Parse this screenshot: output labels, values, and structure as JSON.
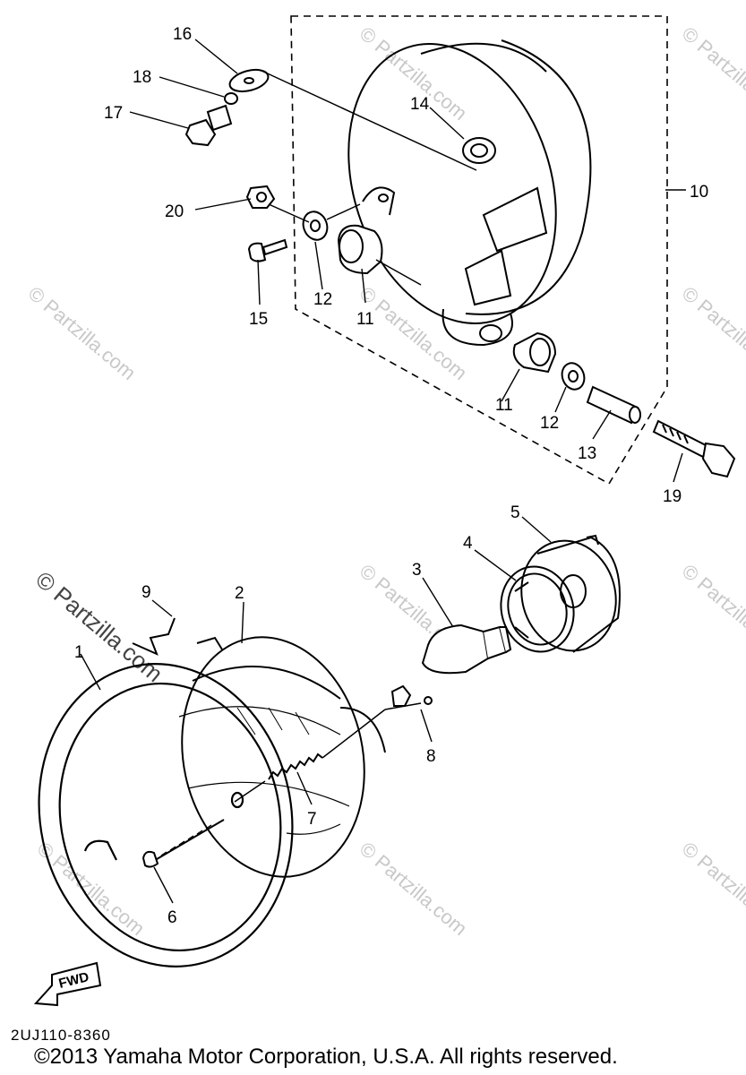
{
  "diagram": {
    "ref_code": "2UJ110-8360",
    "copyright": "©2013  Yamaha Motor Corporation, U.S.A. All rights reserved.",
    "fwd_label": "FWD",
    "watermark": "© Partzilla.com",
    "callouts": {
      "p1": "1",
      "p2": "2",
      "p3": "3",
      "p4": "4",
      "p5": "5",
      "p6": "6",
      "p7": "7",
      "p8": "8",
      "p9": "9",
      "p10": "10",
      "p11a": "11",
      "p11b": "11",
      "p12a": "12",
      "p12b": "12",
      "p13": "13",
      "p14": "14",
      "p15": "15",
      "p16": "16",
      "p17": "17",
      "p18": "18",
      "p19": "19",
      "p20": "20"
    }
  }
}
